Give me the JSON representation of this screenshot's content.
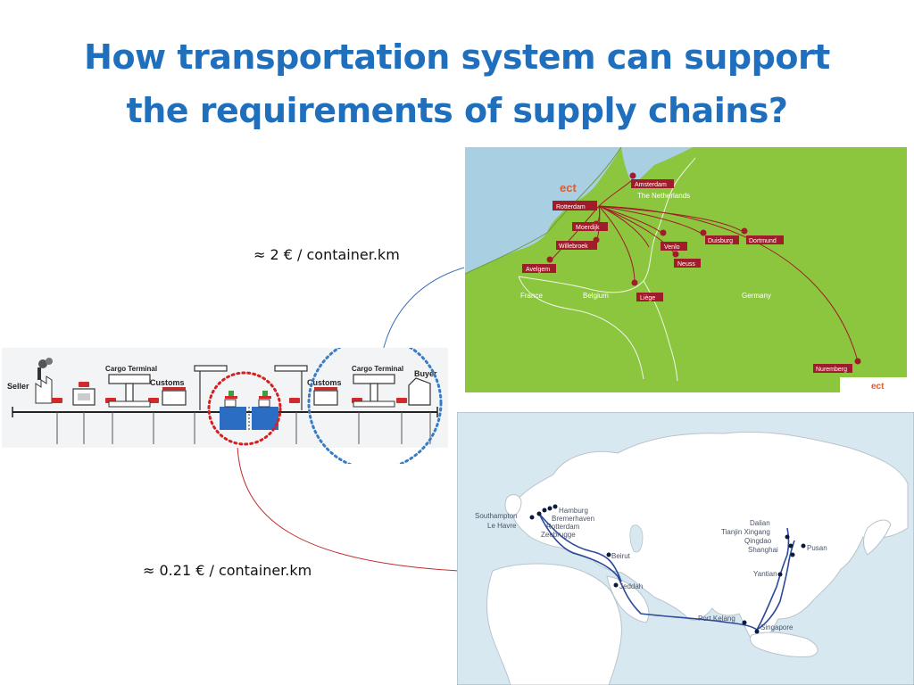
{
  "slide": {
    "title_line1": "How transportation system can support",
    "title_line2": "the requirements of supply chains?"
  },
  "costs": {
    "road": "≈ 2 € / container.km",
    "sea": "≈ 0.21 € / container.km"
  },
  "chain_diagram": {
    "labels": {
      "seller": "Seller",
      "cargo_terminal_left": "Cargo Terminal",
      "customs_left": "Customs",
      "customs_right": "Customs",
      "cargo_terminal_right": "Cargo Terminal",
      "buyer": "Buyer"
    }
  },
  "europe_map": {
    "logo": "ect",
    "logo_bottom": "ect",
    "region_labels": {
      "netherlands": "The Netherlands",
      "france": "France",
      "belgium": "Belgium",
      "germany": "Germany"
    },
    "hub": "Rotterdam",
    "destinations": {
      "amsterdam": "Amsterdam",
      "moerdijk": "Moerdijk",
      "willebroek": "Willebroek",
      "avelgem": "Avelgem",
      "venlo": "Venlo",
      "duisburg": "Duisburg",
      "dortmund": "Dortmund",
      "neuss": "Neuss",
      "liege": "Liège",
      "nuremberg": "Nuremberg"
    }
  },
  "world_map": {
    "ports": {
      "southampton": "Southampton",
      "le_havre": "Le Havre",
      "hamburg": "Hamburg",
      "bremerhaven": "Bremerhaven",
      "rotterdam": "Rotterdam",
      "zeebrugge": "Zeebrugge",
      "beirut": "Beirut",
      "jeddah": "Jeddah",
      "port_kelang": "Port Kelang",
      "singapore": "Singapore",
      "dalian": "Dalian",
      "tianjin": "Tianjin Xingang",
      "qingdao": "Qingdao",
      "shanghai": "Shanghai",
      "yantian": "Yantian",
      "pusan": "Pusan"
    }
  },
  "colors": {
    "title": "#1f6fbd",
    "land_green": "#8cc63f",
    "sea_blue": "#a9cfe3",
    "route_red": "#a01c2a",
    "route_blue": "#2c4a9a",
    "ring_red": "#d42020",
    "ring_blue": "#3a7cc4",
    "connector_blue": "#3a72b8",
    "connector_red": "#c0282a"
  }
}
